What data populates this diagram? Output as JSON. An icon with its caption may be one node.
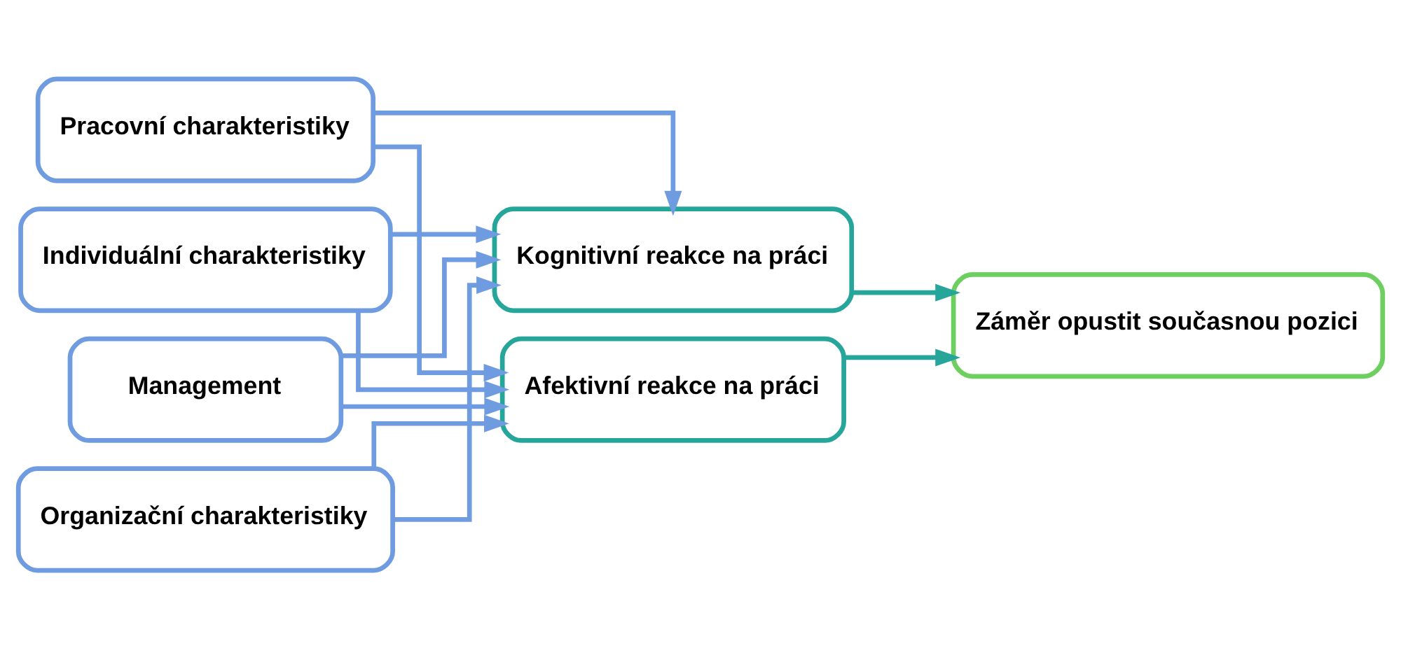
{
  "diagram": {
    "nodes": [
      {
        "text": [
          "Management"
        ]
      },
      {
        "text": [
          "Organizační charakteristiky"
        ]
      },
      {
        "text": [
          "Pracovní charakteristiky"
        ]
      },
      {
        "text": [
          "Individuální charakteristiky"
        ]
      },
      {
        "text": [
          "Kognitivní reakce na práci"
        ]
      },
      {
        "text": [
          "Afektivní reakce na práci"
        ]
      },
      {
        "text": [
          "Záměr opustit současnou pozici"
        ]
      }
    ],
    "edges": [
      {
        "from": 0,
        "to": 4,
        "arrow": "to"
      },
      {
        "from": 0,
        "to": 5,
        "arrow": "to"
      },
      {
        "from": 1,
        "to": 4,
        "arrow": "to"
      },
      {
        "from": 1,
        "to": 5,
        "arrow": "to"
      },
      {
        "from": 2,
        "to": 4,
        "arrow": "to"
      },
      {
        "from": 2,
        "to": 5,
        "arrow": "to"
      },
      {
        "from": 3,
        "to": 4,
        "arrow": "to"
      },
      {
        "from": 3,
        "to": 5,
        "arrow": "to"
      },
      {
        "from": 4,
        "to": 6,
        "arrow": "to",
        "color": "#26a69a"
      },
      {
        "from": 5,
        "to": 6,
        "arrow": "to",
        "color": "#26a69a"
      }
    ]
  }
}
